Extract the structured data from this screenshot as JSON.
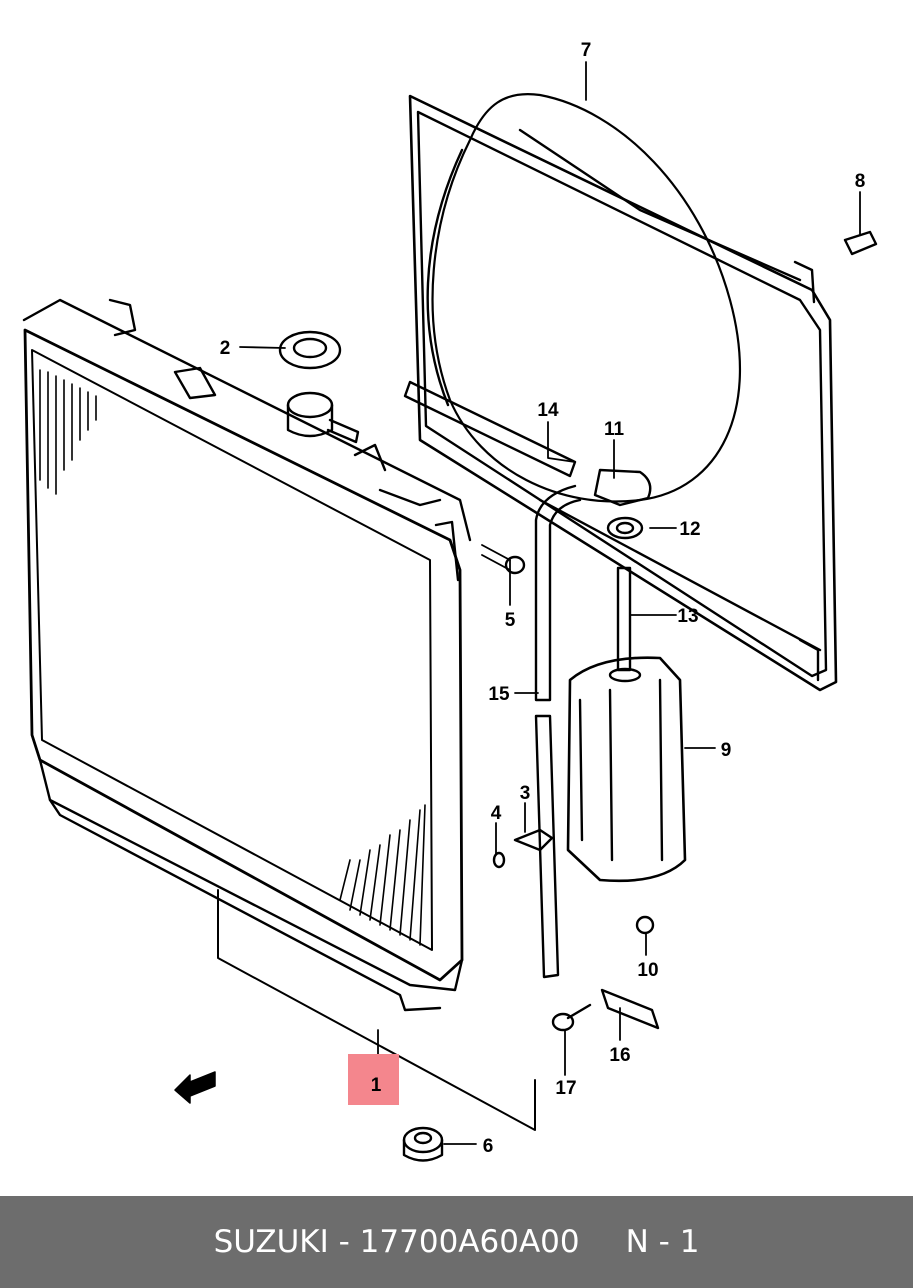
{
  "diagram": {
    "highlight_color": "#f4868d",
    "callouts": [
      {
        "id": "1",
        "label": "1",
        "part": "radiator",
        "highlighted": true
      },
      {
        "id": "2",
        "label": "2",
        "part": "radiator-cap"
      },
      {
        "id": "3",
        "label": "3",
        "part": "drain-plug"
      },
      {
        "id": "4",
        "label": "4",
        "part": "washer"
      },
      {
        "id": "5",
        "label": "5",
        "part": "bolt"
      },
      {
        "id": "6",
        "label": "6",
        "part": "mount-cushion"
      },
      {
        "id": "7",
        "label": "7",
        "part": "fan-shroud"
      },
      {
        "id": "8",
        "label": "8",
        "part": "bolt"
      },
      {
        "id": "9",
        "label": "9",
        "part": "reservoir-tank"
      },
      {
        "id": "10",
        "label": "10",
        "part": "nut"
      },
      {
        "id": "11",
        "label": "11",
        "part": "tank-cap"
      },
      {
        "id": "12",
        "label": "12",
        "part": "gasket"
      },
      {
        "id": "13",
        "label": "13",
        "part": "tube"
      },
      {
        "id": "14",
        "label": "14",
        "part": "hose"
      },
      {
        "id": "15",
        "label": "15",
        "part": "overflow-hose"
      },
      {
        "id": "16",
        "label": "16",
        "part": "bracket"
      },
      {
        "id": "17",
        "label": "17",
        "part": "bolt"
      }
    ]
  },
  "footer": {
    "part_text": "SUZUKI - 17700A60A00",
    "page_text": "N - 1",
    "background_color": "#6d6d6d"
  }
}
